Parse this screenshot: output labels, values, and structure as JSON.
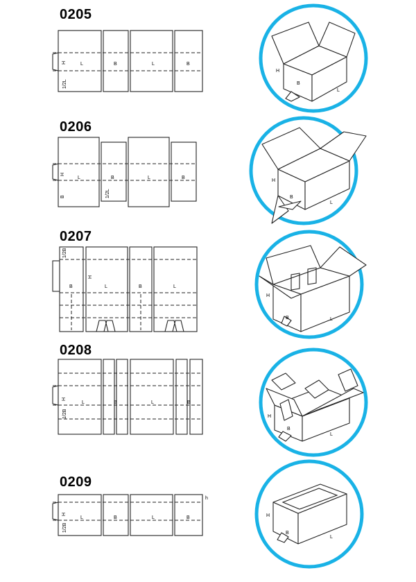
{
  "style": {
    "ring_color": "#19b2e6",
    "line_color": "#222222"
  },
  "box_styles": [
    {
      "code": "0205",
      "labels": {
        "h": "H",
        "l": "L",
        "b": "B",
        "half": "1/2L"
      },
      "box_labels": {
        "h": "H",
        "b": "B",
        "l": "L"
      }
    },
    {
      "code": "0206",
      "labels": {
        "h": "H",
        "l": "L",
        "b": "B",
        "half": "1/2L"
      },
      "box_labels": {
        "h": "H",
        "b": "B",
        "l": "L"
      }
    },
    {
      "code": "0207",
      "labels": {
        "h": "H",
        "l": "L",
        "b": "B",
        "half": "1/2B"
      },
      "box_labels": {
        "h": "H",
        "b": "B",
        "l": "L"
      }
    },
    {
      "code": "0208",
      "labels": {
        "h": "H",
        "l": "L",
        "b": "B",
        "half": "1/2B"
      },
      "box_labels": {
        "h": "H",
        "b": "B",
        "l": "L"
      }
    },
    {
      "code": "0209",
      "labels": {
        "h": "H",
        "l": "L",
        "b": "B",
        "half": "1/2B",
        "lid": "h"
      },
      "box_labels": {
        "h": "H",
        "b": "B",
        "l": "L"
      }
    }
  ]
}
